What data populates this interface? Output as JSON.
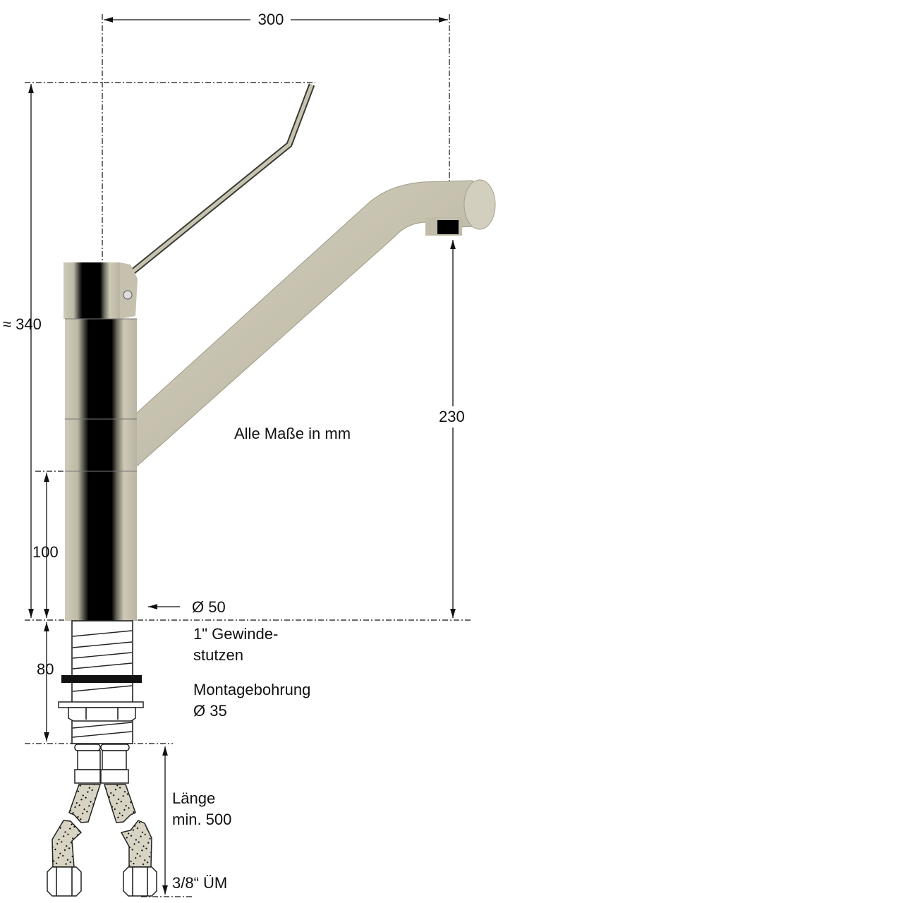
{
  "title": "Armatur Maßzeichnung",
  "dimensions": {
    "width_top": "300",
    "height_total": "≈ 340",
    "body_lower": "100",
    "spout_height": "230",
    "diameter_body": "Ø 50",
    "thread_length": "80"
  },
  "notes": {
    "units": "Alle Maße in mm",
    "thread_line1": "1\" Gewinde-",
    "thread_line2": "stutzen",
    "mount_line1": "Montagebohrung",
    "mount_line2": "Ø 35",
    "hose_line1": "Länge",
    "hose_line2": "min. 500",
    "hose_connection": "3/8“ ÜM"
  },
  "colors": {
    "metal": "#c8c4b2",
    "dark": "#000000"
  }
}
